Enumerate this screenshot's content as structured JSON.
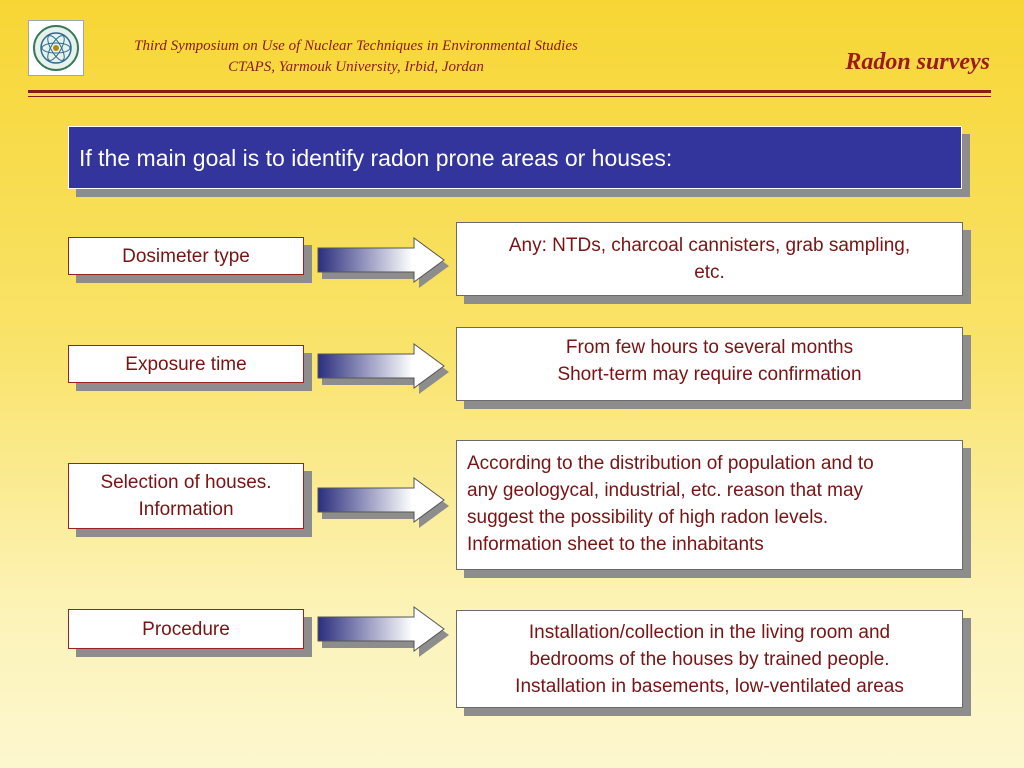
{
  "header": {
    "line1": "Third Symposium on Use of  Nuclear Techniques in Environmental Studies",
    "line2": "CTAPS, Yarmouk University, Irbid, Jordan",
    "slide_title": "Radon surveys",
    "rule_color": "#8b1a1a"
  },
  "banner": {
    "text": "If the main goal is to identify radon prone areas or houses:",
    "bg_color": "#33349c"
  },
  "rows": [
    {
      "label": "Dosimeter type",
      "description": [
        "Any: NTDs, charcoal cannisters, grab sampling,",
        "etc."
      ]
    },
    {
      "label": "Exposure time",
      "description": [
        "From few hours to several months",
        "Short-term may require confirmation"
      ]
    },
    {
      "label": [
        "Selection of houses.",
        "Information"
      ],
      "description": [
        "According to the distribution of population and to",
        "any geologycal, industrial, etc. reason that may",
        "suggest the possibility of high radon levels.",
        "Information sheet to the inhabitants"
      ]
    },
    {
      "label": "Procedure",
      "description": [
        "Installation/collection in the living room and",
        "bedrooms of the houses by trained people.",
        "Installation in basements, low-ventilated areas"
      ]
    }
  ],
  "colors": {
    "text_dark_red": "#7a1414",
    "arrow_dark": "#2b2e7e",
    "arrow_light": "#ffffff",
    "shadow": "#8d8d8d"
  }
}
